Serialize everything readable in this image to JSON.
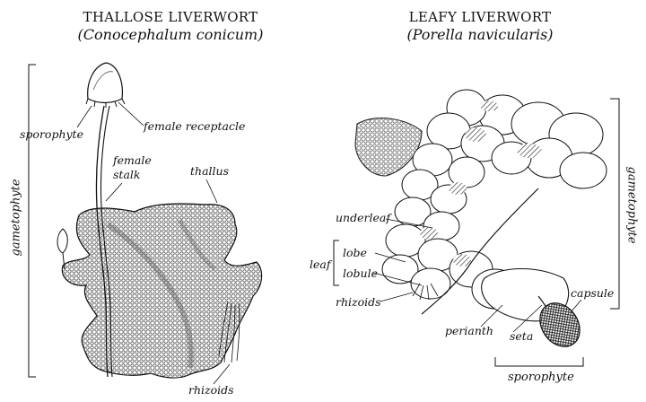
{
  "left": {
    "title": "THALLOSE LIVERWORT",
    "subtitle": "(Conocephalum conicum)",
    "labels": {
      "sporophyte": "sporophyte",
      "female_receptacle": "female receptacle",
      "female_stalk_line1": "female",
      "female_stalk_line2": "stalk",
      "thallus": "thallus",
      "rhizoids": "rhizoids",
      "gametophyte": "gametophyte"
    }
  },
  "right": {
    "title": "LEAFY LIVERWORT",
    "subtitle": "(Porella navicularis)",
    "labels": {
      "underleaf": "underleaf",
      "leaf": "leaf",
      "lobe": "lobe",
      "lobule": "lobule",
      "rhizoids": "rhizoids",
      "perianth": "perianth",
      "seta": "seta",
      "capsule": "capsule",
      "sporophyte": "sporophyte",
      "gametophyte": "gametophyte"
    }
  },
  "colors": {
    "ink": "#111111",
    "shade": "#555555",
    "paper": "#ffffff"
  }
}
